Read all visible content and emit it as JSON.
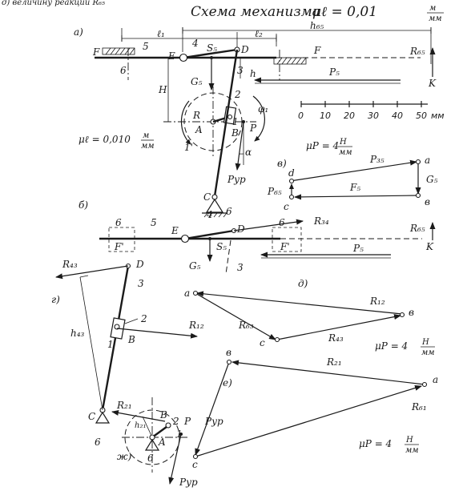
{
  "header": {
    "partial_top": "д) величину реакции R₆₅",
    "title": "Схема механизма",
    "scale_label": "μℓ = 0,01",
    "scale_unit_num": "м",
    "scale_unit_den": "мм"
  },
  "panel_a": {
    "letter": "а)",
    "labels": {
      "F_left": "F",
      "F_right": "F",
      "n5": "5",
      "n4": "4",
      "E": "E",
      "D": "D",
      "S5": "S₅",
      "l1": "ℓ₁",
      "l2": "ℓ₂",
      "h65": "h₆₅",
      "R65": "R₆₅",
      "K": "K",
      "n6": "6",
      "H": "H",
      "h": "h",
      "n3": "3",
      "n2": "2",
      "P5": "P₅",
      "G5": "G₅",
      "R": "R",
      "A": "A",
      "B": "B",
      "n1": "1",
      "P": "P",
      "phi1": "φ₁",
      "one_prime": "1'",
      "alpha": "α",
      "Pur": "Pур",
      "C": "C",
      "n6b": "6"
    },
    "mu_l": "μℓ = 0,010",
    "mu_l_unit_num": "м",
    "mu_l_unit_den": "мм",
    "ruler_ticks": [
      "0",
      "10",
      "20",
      "30",
      "40",
      "50"
    ],
    "ruler_unit": "мм"
  },
  "panel_v": {
    "letter": "в)",
    "mu_p": "μP = 4",
    "mu_p_unit_num": "Н",
    "mu_p_unit_den": "мм",
    "labels": {
      "a": "a",
      "P35": "P₃₅",
      "d": "d",
      "G5": "G₅",
      "P65": "P₆₅",
      "F5": "F₅",
      "c": "c",
      "b": "в"
    }
  },
  "panel_b": {
    "letter": "б)",
    "labels": {
      "n6l": "6",
      "Fl": "F'",
      "n5": "5",
      "n4": "4",
      "E": "E",
      "D": "D",
      "n6r": "6",
      "R34": "R₃₄",
      "R65": "R₆₅",
      "K": "K",
      "G5": "G₅",
      "S5": "S₅",
      "n3": "3",
      "F_right": "F'",
      "P5": "P₅"
    }
  },
  "panel_g": {
    "letter": "г)",
    "labels": {
      "R43": "R₄₃",
      "D": "D",
      "n3": "3",
      "n2": "2",
      "B": "B",
      "R12": "R₁₂",
      "h43": "h₄₃",
      "n1": "1",
      "C": "C",
      "n6": "6"
    }
  },
  "panel_d": {
    "letter": "д)",
    "labels": {
      "a": "a",
      "R12": "R₁₂",
      "b": "в",
      "R63": "R₆₃",
      "c": "c",
      "R43": "R₄₃"
    },
    "mu_p": "μP = 4",
    "mu_p_unit_num": "Н",
    "mu_p_unit_den": "мм"
  },
  "panel_e": {
    "letter": "е)",
    "labels": {
      "b": "в",
      "R21": "R₂₁",
      "a": "a",
      "R61": "R₆₁",
      "Pur": "Pур",
      "c": "c"
    },
    "mu_p": "μP = 4",
    "mu_p_unit_num": "Н",
    "mu_p_unit_den": "мм"
  },
  "panel_zh": {
    "letter": "ж)",
    "labels": {
      "R21": "R₂₁",
      "h21": "h₂₁",
      "B": "B",
      "n2": "2",
      "n1": "1",
      "A": "A",
      "P": "P",
      "n6": "6",
      "Pur": "Pур"
    }
  }
}
